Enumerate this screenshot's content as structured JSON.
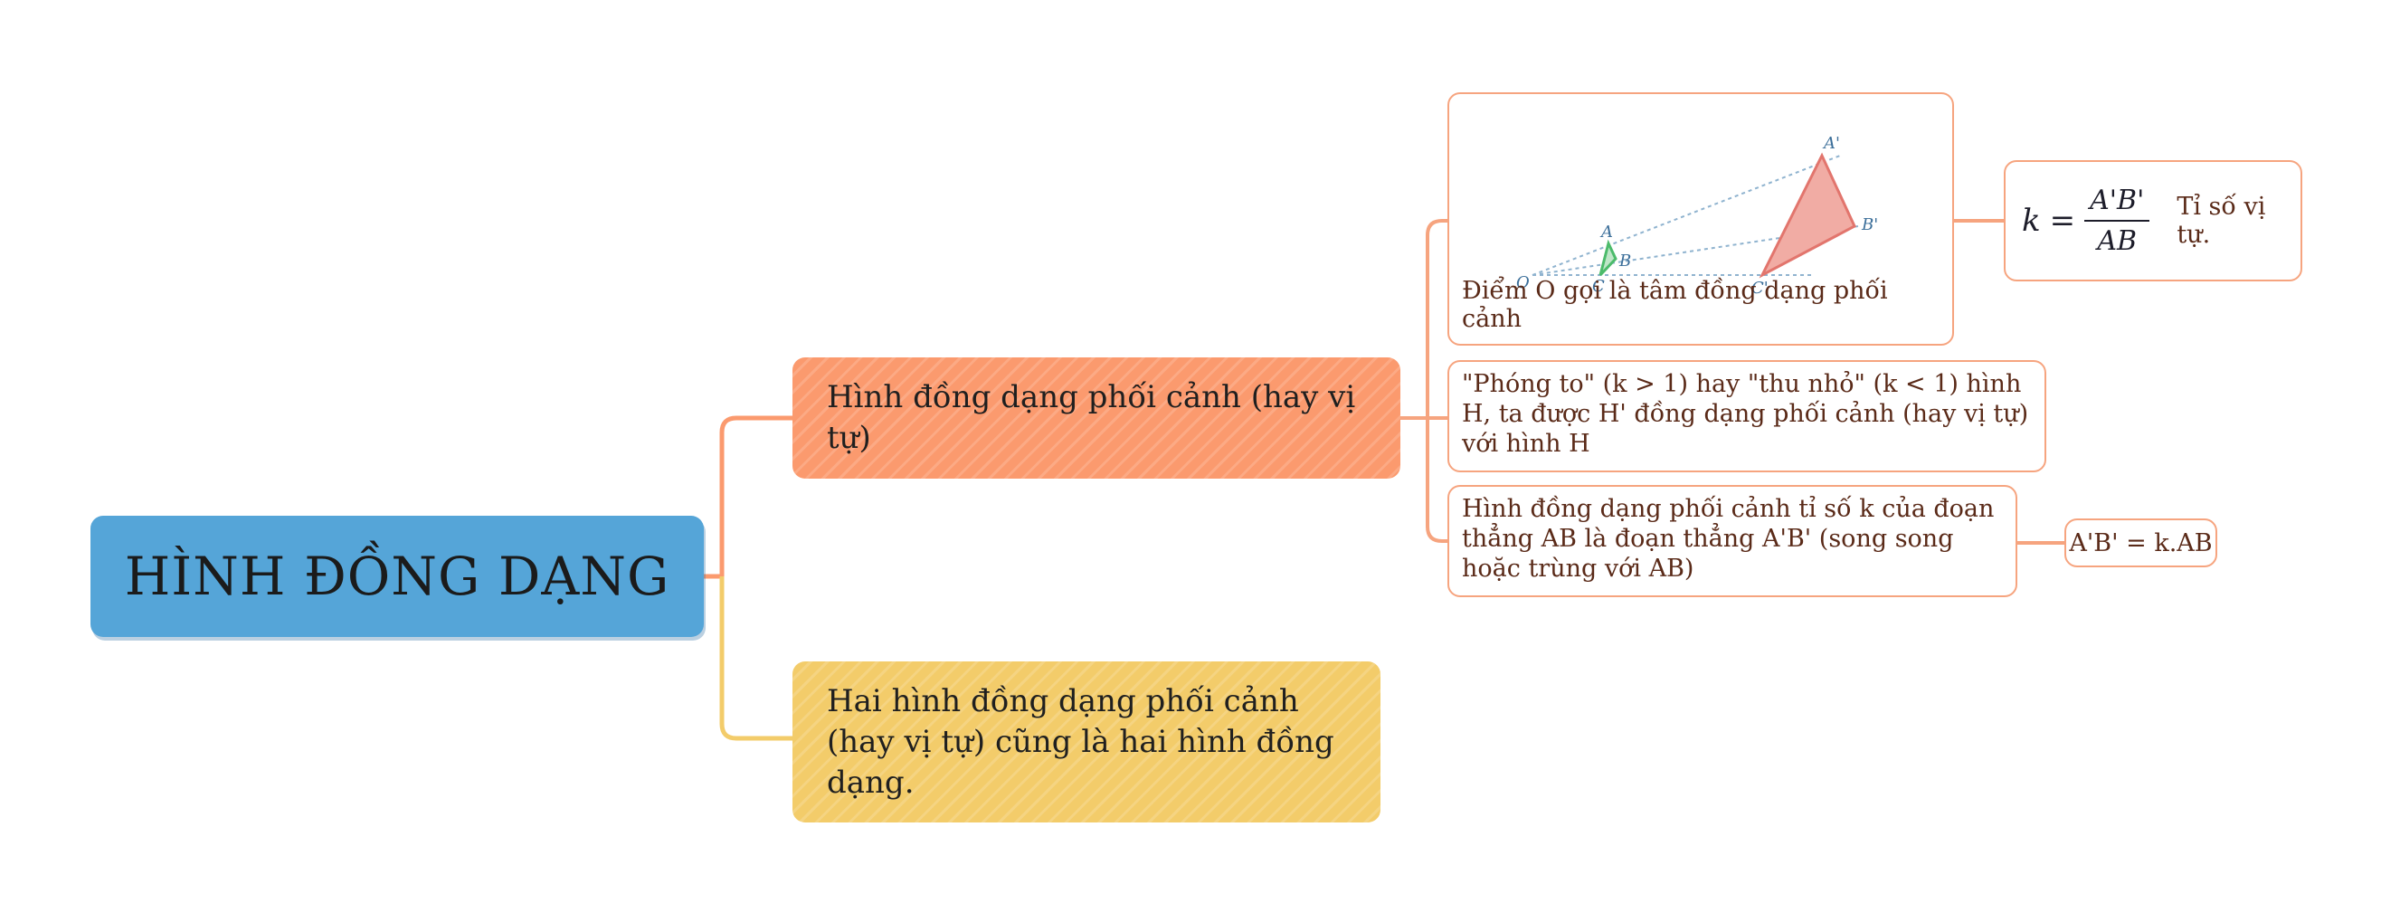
{
  "root": {
    "label": "HÌNH ĐỒNG DẠNG"
  },
  "branches": {
    "perspective": {
      "label": "Hình đồng dạng phối cảnh (hay vị tự)"
    },
    "similar": {
      "label": "Hai hình đồng dạng phối cảnh (hay vị tự) cũng là hai hình đồng dạng."
    }
  },
  "leaves": {
    "center": {
      "caption": "Điểm O gọi là tâm đồng dạng phối cảnh"
    },
    "ratio": {
      "k": "k",
      "eq": "=",
      "numerator": "A'B'",
      "denominator": "AB",
      "label": "Tỉ số vị tự."
    },
    "zoom": {
      "text": "\"Phóng to\" (k > 1) hay \"thu nhỏ\" (k < 1) hình H, ta được H' đồng dạng phối cảnh (hay vị tự) với hình H"
    },
    "segment": {
      "text": "Hình đồng dạng phối cảnh tỉ số k của đoạn thẳng AB là đoạn thẳng A'B' (song song hoặc trùng với AB)"
    },
    "segment_formula": {
      "text": "A'B' = k.AB"
    }
  },
  "figure": {
    "labels": {
      "o": "O",
      "a": "A",
      "b": "B",
      "c": "C",
      "a2": "A'",
      "b2": "B'",
      "c2": "C'"
    }
  },
  "colors": {
    "root": "#55a5d8",
    "perspective_branch": "#fb9a6e",
    "similar_branch": "#f3cc6a",
    "leaf_border": "#f6a47f",
    "small_triangle": "#4cbb6b",
    "large_triangle": "#e2756d"
  }
}
